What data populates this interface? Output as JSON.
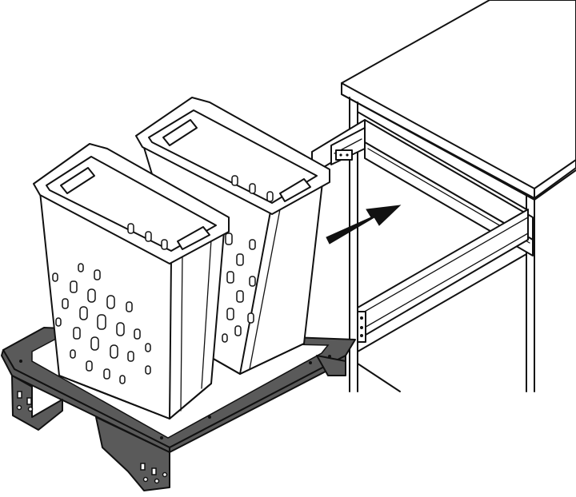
{
  "figure": {
    "type": "assembly-illustration",
    "components": [
      "laundry-basket",
      "laundry-basket",
      "pull-out-frame",
      "cabinet",
      "drawer-slide",
      "insertion-arrow"
    ],
    "colors": {
      "line": "#111111",
      "frame": "#5a5a5a",
      "background": "#ffffff"
    },
    "arrow_direction": "into-cabinet"
  }
}
